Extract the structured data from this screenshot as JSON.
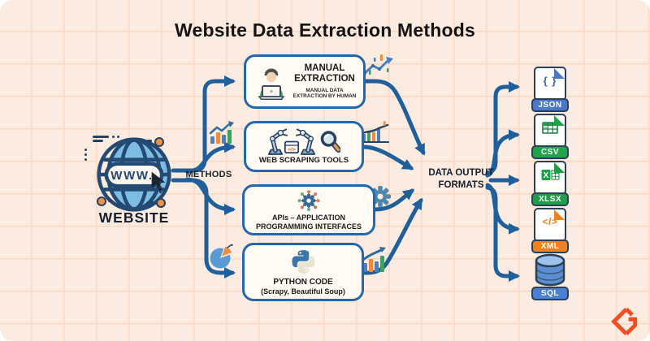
{
  "title": "Website Data Extraction Methods",
  "source": {
    "label": "WEBSITE",
    "globe_text": "WWW.",
    "icon": "globe-www-icon"
  },
  "methods_label": "METHODS",
  "methods": [
    {
      "title_line1": "MANUAL",
      "title_line2": "EXTRACTION",
      "subtitle_line1": "MANUAL DATA",
      "subtitle_line2": "EXTRACTION BY HUMAN",
      "icon": "person-at-laptop-icon"
    },
    {
      "title": "WEB SCRAPING TOOLS",
      "code_glyph": "</>",
      "icons": [
        "robot-arm-icon",
        "code-window-icon",
        "magnifier-icon"
      ]
    },
    {
      "title_line1": "APIs – APPLICATION",
      "title_line2": "PROGRAMMING INTERFACES",
      "icon": "api-gear-network-icon"
    },
    {
      "title": "PYTHON CODE",
      "subtitle": "(Scrapy, Beautiful Soup)",
      "icon": "python-logo-icon"
    }
  ],
  "output_label": {
    "line1": "DATA OUTPUT",
    "line2": "FORMATS"
  },
  "formats": [
    {
      "label": "JSON",
      "glyph": "{ }",
      "accent": "#4a77cc",
      "icon": "json-file-icon"
    },
    {
      "label": "CSV",
      "accent": "#21a24c",
      "icon": "csv-file-icon"
    },
    {
      "label": "XLSX",
      "glyph": "X",
      "accent": "#1f9e4a",
      "icon": "xlsx-file-icon"
    },
    {
      "label": "XML",
      "glyph": "</>",
      "accent": "#ef8122",
      "icon": "xml-file-icon"
    },
    {
      "label": "SQL",
      "accent": "#4a7fd4",
      "icon": "sql-database-icon"
    }
  ],
  "decorations": [
    "bar-chart-arrow-icon",
    "line-chart-icon",
    "area-chart-icon",
    "gear-icon",
    "bar-chart-up-icon",
    "pie-chart-icon",
    "brand-logo-mark"
  ],
  "colors": {
    "background": "#fcebe0",
    "grid": "#f8d9c6",
    "arrow": "#1e5f9c",
    "box_border": "#2368ad",
    "box_bg": "#fffaf4",
    "logo": "#f04f23"
  }
}
